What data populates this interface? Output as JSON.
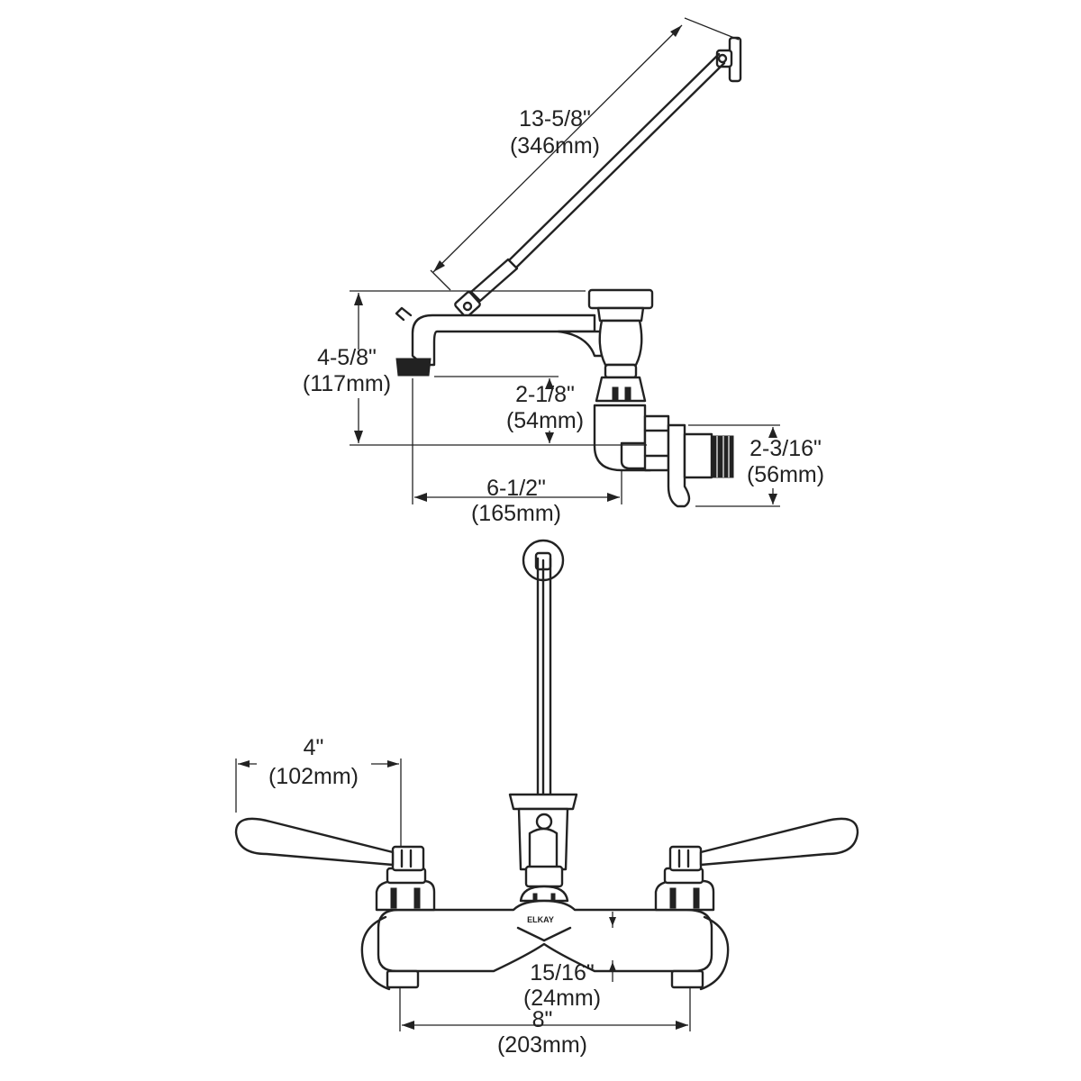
{
  "dimensions": {
    "arm_length": {
      "imperial": "13-5/8\"",
      "metric": "(346mm)"
    },
    "spout_height": {
      "imperial": "4-5/8\"",
      "metric": "(117mm)"
    },
    "outlet_clearance": {
      "imperial": "2-1/8\"",
      "metric": "(54mm)"
    },
    "spout_reach": {
      "imperial": "6-1/2\"",
      "metric": "(165mm)"
    },
    "inlet_offset": {
      "imperial": "2-3/16\"",
      "metric": "(56mm)"
    },
    "handle_length": {
      "imperial": "4\"",
      "metric": "(102mm)"
    },
    "body_height": {
      "imperial": "15/16\"",
      "metric": "(24mm)"
    },
    "centers": {
      "imperial": "8\"",
      "metric": "(203mm)"
    }
  },
  "brand": "ELKAY"
}
